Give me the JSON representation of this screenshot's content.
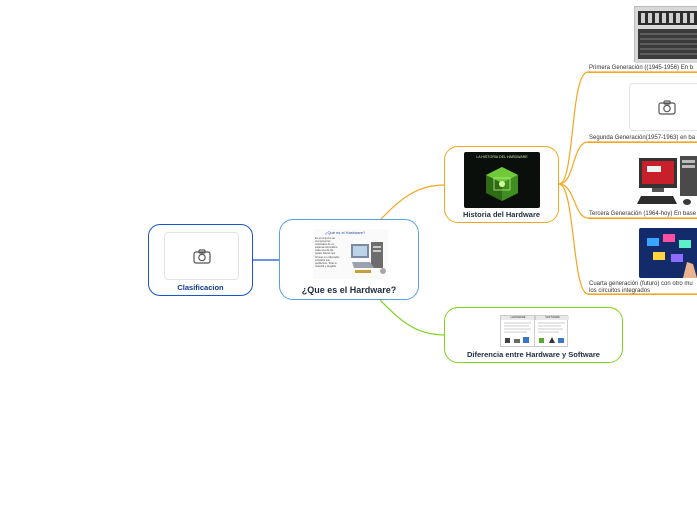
{
  "central": {
    "title": "¿Que es el Hardware?",
    "thumb": {
      "heading": "¿Qué es el Hardware?",
      "lines": [
        "Es el conjunto de",
        "componentes",
        "materiales de un",
        "sistema informático.",
        "cada una de las",
        "partes físicas que",
        "forman un ordenador,",
        "incluidos sus",
        "periféricos. Todo lo",
        "material y tangible."
      ]
    }
  },
  "left": {
    "title": "Clasificacion",
    "image": "camera-icon"
  },
  "historia": {
    "title": "Historia del Hardware",
    "thumb_label": "LA HISTORIA DEL HARDWARE",
    "items": [
      {
        "text": "Primera Generación ((1945-1956) En b",
        "image": "vacuum-tubes-image"
      },
      {
        "text": "Segunda Generación(1957-1963) en ba",
        "image": "camera-icon"
      },
      {
        "text": "Tercera Generación (1964-hoy) En base",
        "image": "desktop-computer-image"
      },
      {
        "text": "Cuarta generación (futuro) con otro mu",
        "text2": "los circuitos integrados",
        "image": "touch-screen-image"
      }
    ]
  },
  "diferencia": {
    "title": "Diferencia entre Hardware y Software",
    "table_headers": [
      "HARDWARE",
      "SOFTWARE"
    ]
  },
  "colors": {
    "blue": "#1a56c9",
    "blue_light": "#5aa0e6",
    "orange": "#f5a623",
    "green": "#7ed321"
  }
}
